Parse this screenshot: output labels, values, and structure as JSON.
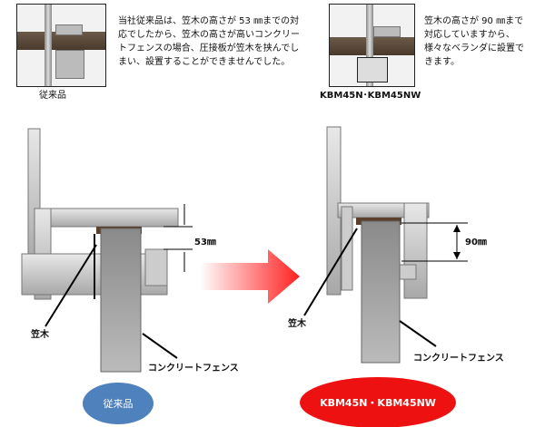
{
  "old": {
    "label": "従来品",
    "description": "当社従来品は、笠木の高さが 53 ㎜までの対応でしたから、笠木の高さが高いコンクリートフェンスの場合、圧接板が笠木を挟んでしまい、設置することができませんでした。",
    "dimension": "53㎜",
    "kasagi": "笠木",
    "fence": "コンクリートフェンス",
    "badge": "従来品"
  },
  "new": {
    "label": "KBM45N･KBM45NW",
    "description": "笠木の高さが 90 ㎜まで対応していますから、様々なベランダに設置できます。",
    "dimension": "90㎜",
    "kasagi": "笠木",
    "fence": "コンクリートフェンス",
    "badge": "KBM45N・KBM45NW"
  },
  "colors": {
    "old_badge": "#4f81bd",
    "new_badge": "#ee1111",
    "kasagi": "#5a3f2a"
  }
}
